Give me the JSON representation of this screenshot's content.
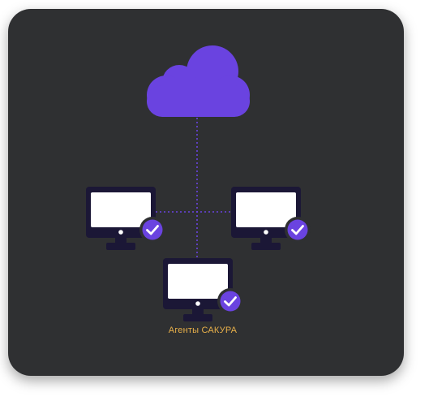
{
  "caption": "Агенты САКУРА",
  "colors": {
    "card_background": "#2f3032",
    "cloud": "#6a43e0",
    "connector": "#6a43e0",
    "monitor_frame": "#1b1736",
    "monitor_screen": "#ffffff",
    "check_badge": "#6a43e0",
    "check_mark": "#ffffff",
    "caption_text": "#e8b04a"
  },
  "nodes": [
    {
      "name": "cloud",
      "icon": "cloud-icon"
    },
    {
      "name": "agent-left",
      "icon": "monitor-icon",
      "status": "check-icon"
    },
    {
      "name": "agent-right",
      "icon": "monitor-icon",
      "status": "check-icon"
    },
    {
      "name": "agent-bottom",
      "icon": "monitor-icon",
      "status": "check-icon"
    }
  ]
}
